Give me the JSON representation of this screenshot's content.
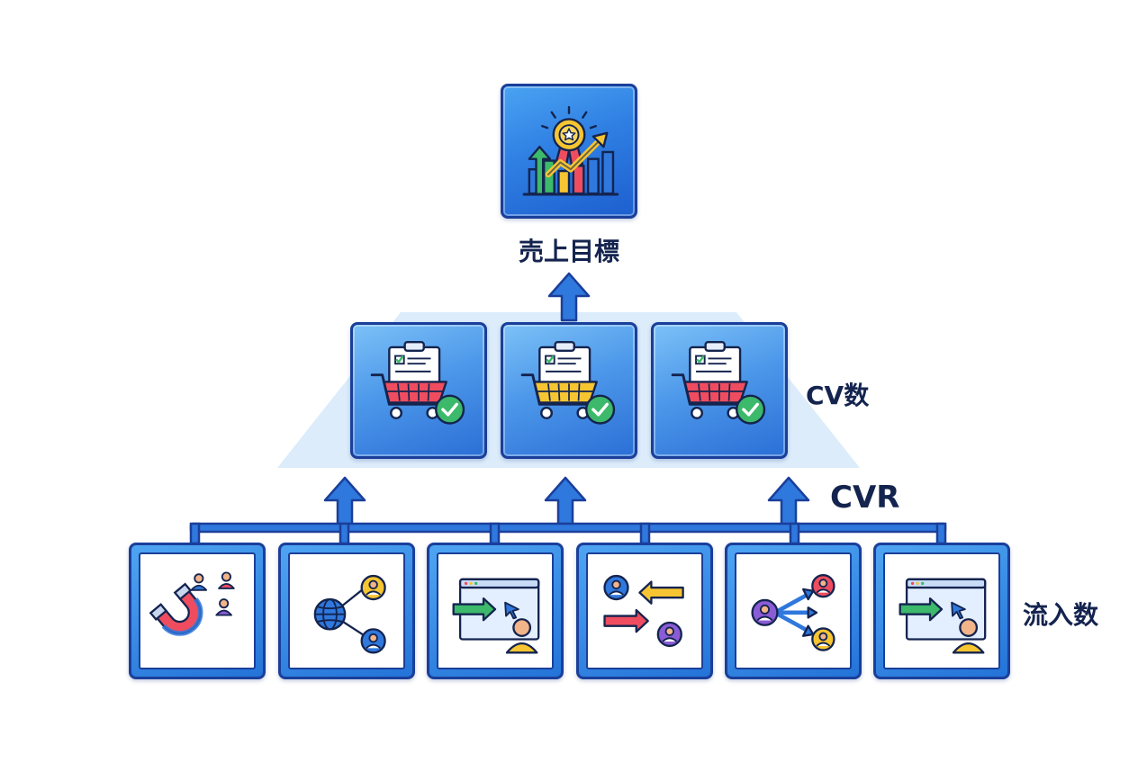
{
  "top": {
    "label": "売上目標",
    "icon": "award-growth-chart-icon"
  },
  "cv": {
    "label": "CV数",
    "icon": "shopping-cart-checkout-icon",
    "tiles": [
      {
        "icon": "cart-checkout-red-icon",
        "cart_color": "#ef4d5f"
      },
      {
        "icon": "cart-checkout-yellow-icon",
        "cart_color": "#f6c531"
      },
      {
        "icon": "cart-checkout-red-icon",
        "cart_color": "#ef4d5f"
      }
    ]
  },
  "cvr": {
    "label": "CVR"
  },
  "traffic": {
    "label": "流入数",
    "tiles": [
      {
        "icon": "magnet-users-icon"
      },
      {
        "icon": "globe-network-users-icon"
      },
      {
        "icon": "browser-arrow-user-icon"
      },
      {
        "icon": "exchange-arrows-users-icon"
      },
      {
        "icon": "share-users-icon"
      },
      {
        "icon": "browser-arrow-user-icon"
      }
    ]
  },
  "colors": {
    "arrow": "#2f78dd",
    "arrow_outline": "#1a3f9a",
    "pyramid_band": "#dcecfb",
    "label": "#14244f",
    "red": "#ef4d5f",
    "yellow": "#f6c531",
    "green": "#3cb96a",
    "purple": "#8a5cd6"
  }
}
